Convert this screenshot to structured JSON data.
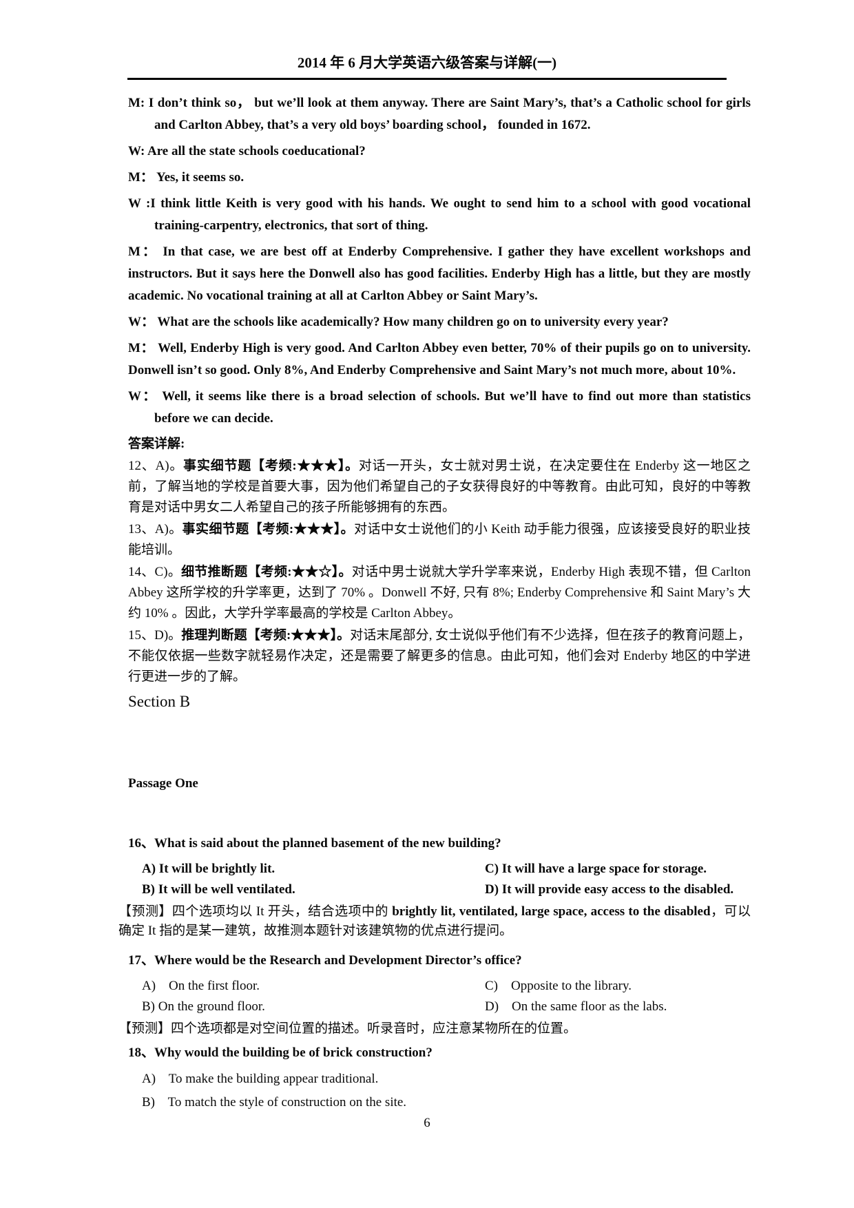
{
  "page": {
    "header_title": "2014 年 6 月大学英语六级答案与详解(一)",
    "page_number": "6"
  },
  "dialogue": {
    "lines": [
      {
        "text": "M: I don’t think so， but we’ll look at them anyway. There are Saint Mary’s, that’s a Catholic school for girls and Carlton Abbey, that’s a very old boys’ boarding school， founded in 1672."
      },
      {
        "text": "W: Are all the state schools coeducational?"
      },
      {
        "text": "M： Yes, it seems so."
      },
      {
        "text": "W :I think little Keith is very good with his hands. We ought to send him to a school with good vocational training-carpentry, electronics, that sort of thing."
      },
      {
        "text": "M： In that case, we are best off at Enderby Comprehensive. I gather they have excellent workshops and instructors. But it says here the Donwell also has good facilities. Enderby High has a little, but they are mostly academic. No vocational training at all at Carlton Abbey or Saint Mary’s."
      },
      {
        "text": "W： What are the schools like academically? How many children go on to university every year?"
      },
      {
        "text": "M： Well, Enderby High is very good. And Carlton Abbey even better, 70% of their pupils go on to university. Donwell isn’t so good. Only 8%, And Enderby Comprehensive and Saint Mary’s not much more, about 10%."
      },
      {
        "text": "W： Well, it seems like there is a broad selection of schools. But we’ll have to find out more than statistics before we can decide."
      }
    ]
  },
  "answers": {
    "heading": "答案详解:",
    "items": [
      {
        "num": "12、A)。",
        "label": "事实细节题【考频:★★★】。",
        "body": "对话一开头，女士就对男士说，在决定要住在 Enderby 这一地区之前，了解当地的学校是首要大事，因为他们希望自己的子女获得良好的中等教育。由此可知，良好的中等教育是对话中男女二人希望自己的孩子所能够拥有的东西。"
      },
      {
        "num": "13、A)。",
        "label": "事实细节题【考频:★★★】。",
        "body": "对话中女士说他们的小 Keith 动手能力很强，应该接受良好的职业技能培训。"
      },
      {
        "num": "14、C)。",
        "label": "细节推断题【考频:★★☆】。",
        "body": "对话中男士说就大学升学率来说，Enderby High 表现不错，但 Carlton Abbey 这所学校的升学率更，达到了 70% 。Donwell 不好, 只有 8%; Enderby Comprehensive 和 Saint Mary’s 大约 10% 。因此，大学升学率最高的学校是 Carlton Abbey。"
      },
      {
        "num": "15、D)。",
        "label": "推理判断题【考频:★★★】。",
        "body": "对话末尾部分, 女士说似乎他们有不少选择，但在孩子的教育问题上，不能仅依据一些数字就轻易作决定，还是需要了解更多的信息。由此可知，他们会对 Enderby 地区的中学进行更进一步的了解。"
      }
    ]
  },
  "section_b": {
    "heading": "Section B",
    "passage_heading": "Passage One",
    "questions": [
      {
        "text": "16、What is said about the planned basement of the new building?",
        "options": [
          "A) It will be brightly lit.",
          "B) It will be well ventilated.",
          "C) It will have a large space for storage.",
          "D) It will provide easy access to the disabled."
        ],
        "prediction_pre": "【预测】四个选项均以 It 开头，结合选项中的 ",
        "prediction_em": "brightly lit, ventilated, large space, access to the disabled",
        "prediction_post": "，可以确定 It 指的是某一建筑，故推测本题针对该建筑物的优点进行提问。"
      },
      {
        "text": "17、Where would be the Research and Development Director’s office?",
        "options": [
          "A)    On the first floor.",
          "B) On the ground floor.",
          "C)    Opposite to the library.",
          "D)    On the same floor as the labs."
        ],
        "prediction": "【预测】四个选项都是对空间位置的描述。听录音时，应注意某物所在的位置。"
      },
      {
        "text": "18、Why would the building be of brick construction?",
        "options": [
          "A)    To make the building appear traditional.",
          "B)    To match the style of construction on the site."
        ]
      }
    ]
  }
}
